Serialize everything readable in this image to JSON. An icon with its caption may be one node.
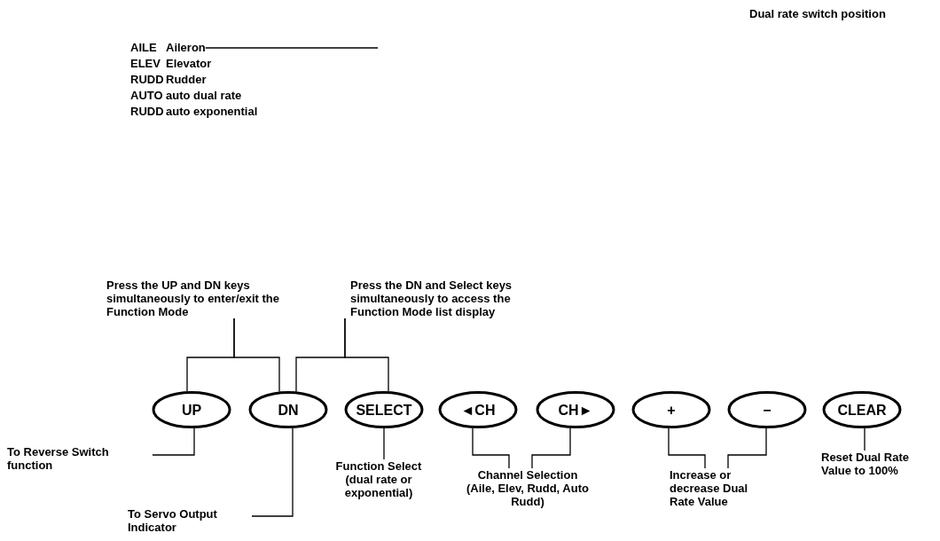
{
  "diagram": {
    "nodes": [
      {
        "text": [
          "UP"
        ]
      },
      {
        "text": [
          "DN"
        ]
      },
      {
        "text": [
          "SELECT"
        ]
      },
      {
        "text": [
          "◄CH"
        ]
      },
      {
        "text": [
          "CH►"
        ]
      },
      {
        "text": [
          "+"
        ]
      },
      {
        "text": [
          "−"
        ]
      },
      {
        "text": [
          "CLEAR"
        ]
      },
      {
        "text": [
          "Press the UP and DN keys simultaneously to enter/exit the Function Mode"
        ]
      },
      {
        "text": [
          "Press the DN and Select keys simultaneously to access the Function Mode list display"
        ]
      },
      {
        "text": [
          "To Reverse Switch function"
        ]
      },
      {
        "text": [
          "To Servo Output Indicator"
        ]
      },
      {
        "text": [
          "Function Select (dual rate or exponential)"
        ]
      },
      {
        "text": [
          "Channel Selection (Aile, Elev, Rudd, Auto Rudd)"
        ]
      },
      {
        "text": [
          "Increase or decrease Dual Rate Value"
        ]
      },
      {
        "text": [
          "Reset Dual Rate Value to 100%"
        ]
      },
      {
        "text": [
          "AILE",
          "Aileron"
        ]
      }
    ],
    "edges": [
      {
        "from": 8,
        "to": 0,
        "arrow": "none"
      },
      {
        "from": 8,
        "to": 1,
        "arrow": "none"
      },
      {
        "from": 9,
        "to": 1,
        "arrow": "none"
      },
      {
        "from": 9,
        "to": 2,
        "arrow": "none"
      },
      {
        "from": 10,
        "to": 0,
        "arrow": "none"
      },
      {
        "from": 11,
        "to": 1,
        "arrow": "none"
      },
      {
        "from": 12,
        "to": 2,
        "arrow": "none"
      },
      {
        "from": 13,
        "to": 3,
        "arrow": "none"
      },
      {
        "from": 13,
        "to": 4,
        "arrow": "none"
      },
      {
        "from": 14,
        "to": 5,
        "arrow": "none"
      },
      {
        "from": 14,
        "to": 6,
        "arrow": "none"
      },
      {
        "from": 15,
        "to": 7,
        "arrow": "none"
      },
      {
        "from": 16,
        "to": null,
        "arrow": "none"
      }
    ],
    "labels": [
      "Dual rate switch position",
      "ELEV",
      "Elevator",
      "RUDD",
      "Rudder",
      "AUTO",
      "auto dual rate",
      "RUDD",
      "auto exponential"
    ]
  }
}
